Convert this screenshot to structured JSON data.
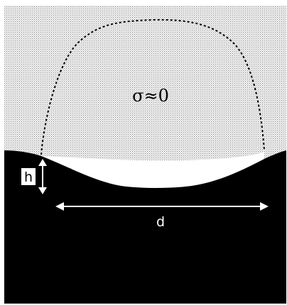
{
  "labels": {
    "stress": "σ≈0",
    "height": "h",
    "width": "d"
  },
  "colors": {
    "bulk": "#000000",
    "lattice_dot": "#8c8c8c",
    "lattice_bg": "#f2f2f2",
    "cavity": "#ffffff",
    "arrow": "#ffffff",
    "boundary": "#000000"
  }
}
